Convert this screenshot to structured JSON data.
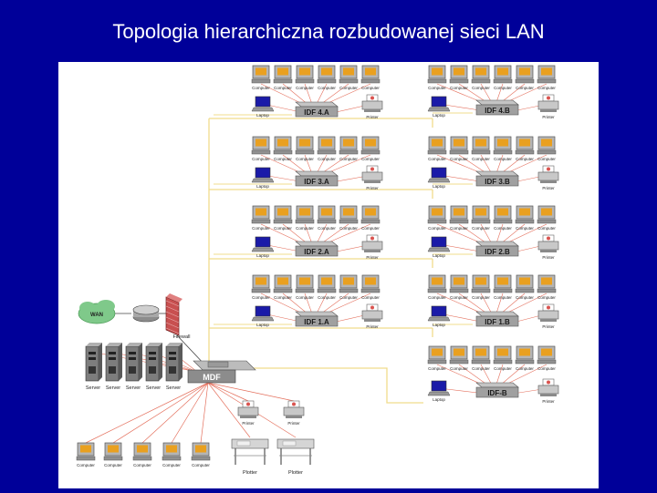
{
  "slide": {
    "title": "Topologia hierarchiczna rozbudowanej sieci LAN"
  },
  "colors": {
    "background": "#000099",
    "title_text": "#ffffff",
    "panel": "#ffffff",
    "backbone_line": "#f0dc8c",
    "lan_line": "#e46f5c",
    "wan_cloud": "#7fc98a",
    "firewall": "#c85050"
  },
  "labels": {
    "computer": "Computer",
    "laptop": "Laptop",
    "printer": "Printer",
    "plotter": "Plotter",
    "server": "Server",
    "wan": "WAN",
    "firewall": "Firewall",
    "mdf": "MDF"
  },
  "idfs": [
    {
      "label": "IDF 4.A"
    },
    {
      "label": "IDF 4.B"
    },
    {
      "label": "IDF 3.A"
    },
    {
      "label": "IDF 3.B"
    },
    {
      "label": "IDF 2.A"
    },
    {
      "label": "IDF 2.B"
    },
    {
      "label": "IDF 1.A"
    },
    {
      "label": "IDF 1.B"
    },
    {
      "label": "IDF-B"
    }
  ],
  "icons": {
    "computer": "computer-icon",
    "laptop": "laptop-icon",
    "printer": "printer-icon",
    "plotter": "plotter-icon",
    "server": "server-icon",
    "switch": "switch-icon",
    "router": "router-icon",
    "cloud": "wan-cloud-icon",
    "firewall": "firewall-icon"
  }
}
